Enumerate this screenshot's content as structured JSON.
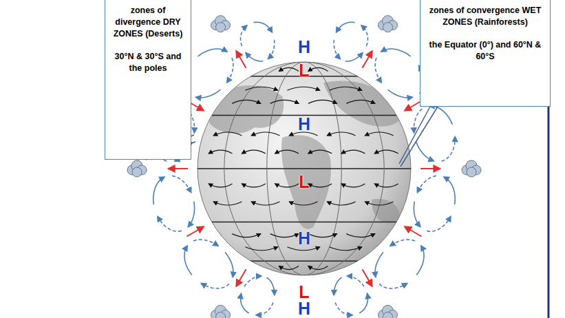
{
  "diagram": {
    "nodes": [
      {
        "text": [
          "zones of divergence DRY ZONES (Deserts)",
          "30°N & 30°S and the poles"
        ]
      },
      {
        "text": [
          "zones of convergence WET ZONES (Rainforests)",
          "the Equator (0°) and 60°N & 60°S"
        ]
      }
    ],
    "labels": [
      "H",
      "L",
      "H",
      "L",
      "H",
      "L",
      "H"
    ]
  }
}
